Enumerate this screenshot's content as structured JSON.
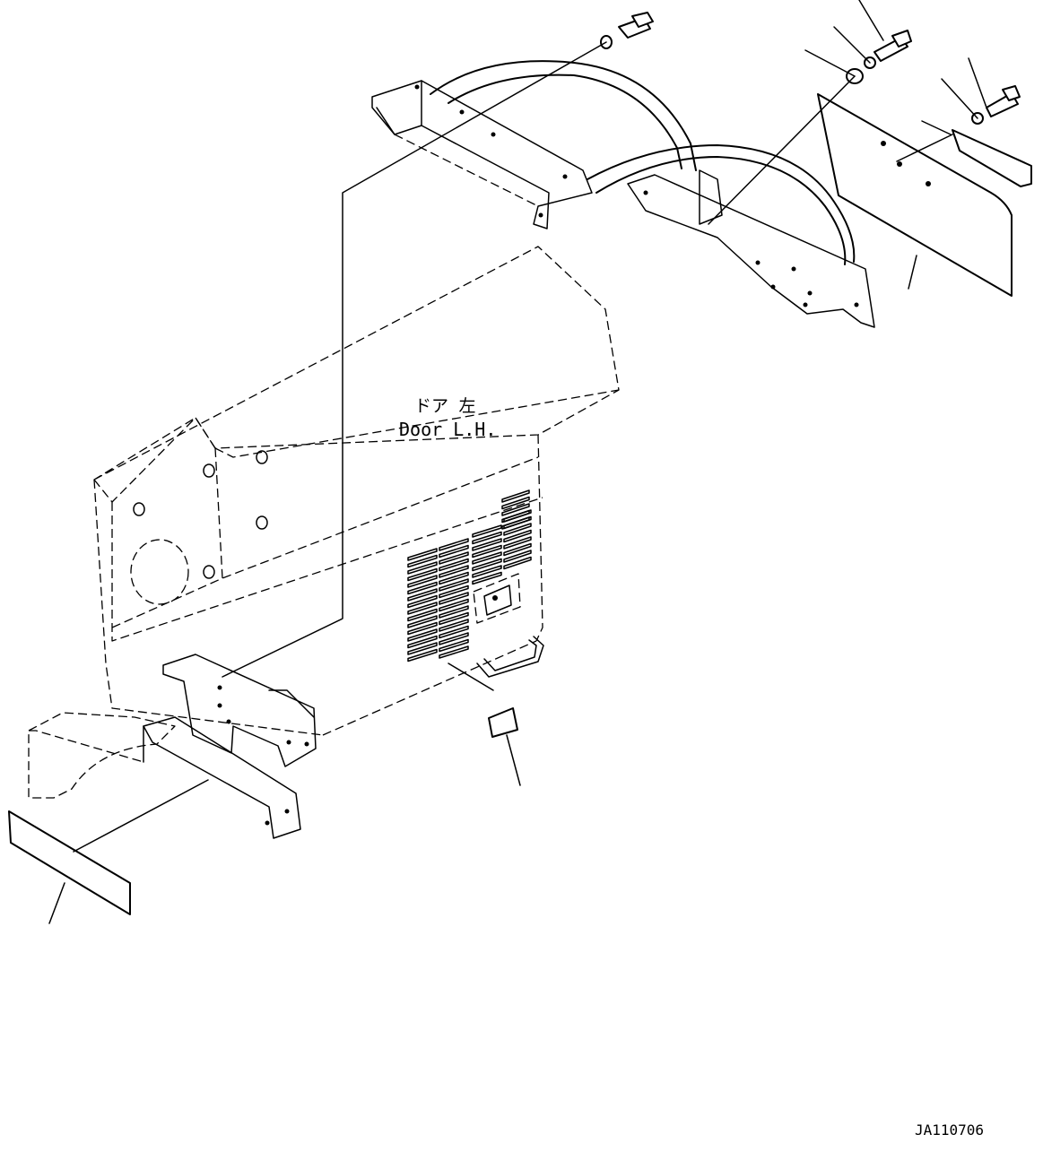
{
  "diagram": {
    "label_jp": "ドア 左",
    "label_en": "Door L.H.",
    "drawing_code": "JA110706"
  }
}
